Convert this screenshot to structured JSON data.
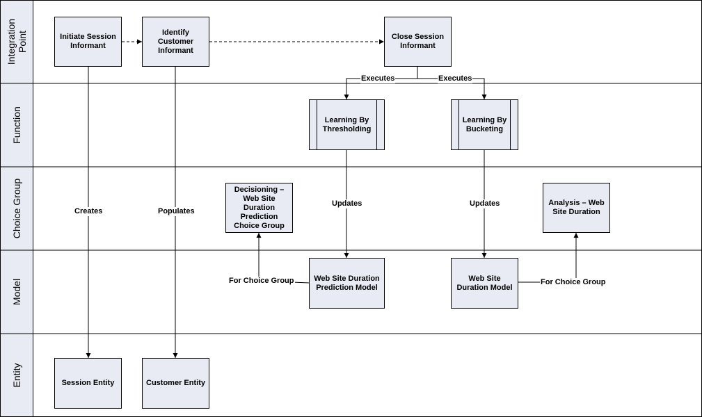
{
  "lanes": {
    "integration_point": "Integration\nPoint",
    "function": "Function",
    "choice_group": "Choice Group",
    "model": "Model",
    "entity": "Entity"
  },
  "nodes": {
    "initiate_session": "Initiate Session Informant",
    "identify_customer": "Identify Customer Informant",
    "close_session": "Close Session Informant",
    "learning_thresholding": "Learning By Thresholding",
    "learning_bucketing": "Learning By Bucketing",
    "decisioning_group": "Decisioning – Web Site Duration Prediction Choice Group",
    "analysis_group": "Analysis – Web Site Duration",
    "prediction_model": "Web Site Duration Prediction Model",
    "duration_model": "Web Site Duration Model",
    "session_entity": "Session Entity",
    "customer_entity": "Customer Entity"
  },
  "edge_labels": {
    "creates": "Creates",
    "populates": "Populates",
    "executes_left": "Executes",
    "executes_right": "Executes",
    "updates_left": "Updates",
    "updates_right": "Updates",
    "for_choice_group_left": "For Choice Group",
    "for_choice_group_right": "For Choice Group"
  }
}
